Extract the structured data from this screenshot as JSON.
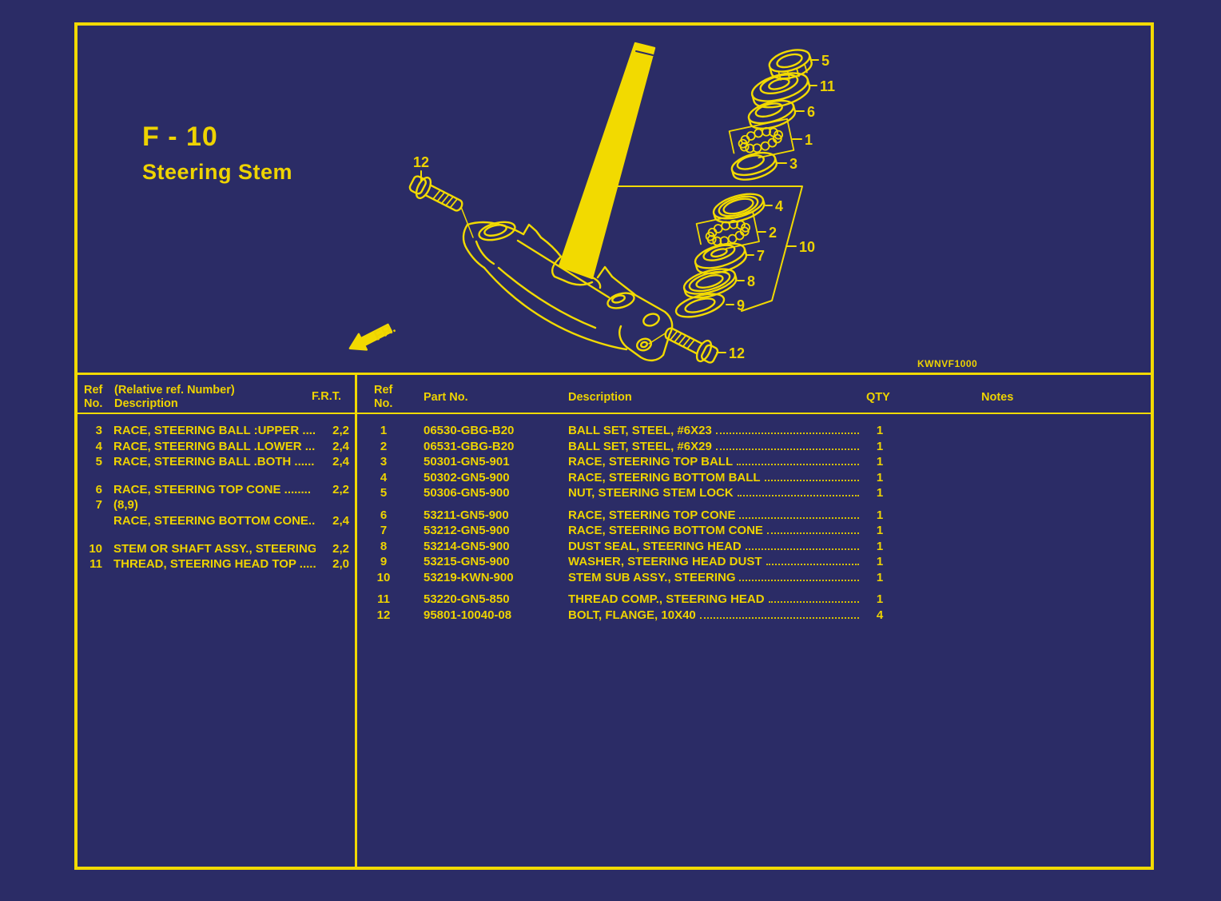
{
  "page": {
    "title_code": "F - 10",
    "title_name": "Steering Stem",
    "diagram_code": "KWNVF1000"
  },
  "diagram": {
    "fr_label": "FR.",
    "callouts": {
      "n1": "1",
      "n2": "2",
      "n3": "3",
      "n4": "4",
      "n5": "5",
      "n6": "6",
      "n7": "7",
      "n8": "8",
      "n9": "9",
      "n10": "10",
      "n11": "11",
      "n12": "12"
    }
  },
  "left_table": {
    "headers": {
      "ref": "Ref\nNo.",
      "desc_line1": "(Relative ref. Number)",
      "desc_line2": "Description",
      "frt": "F.R.T."
    },
    "rows": [
      {
        "ref": "3",
        "desc": "RACE, STEERING BALL :UPPER .....",
        "frt": "2,2"
      },
      {
        "ref": "4",
        "desc": "RACE, STEERING BALL .LOWER ...",
        "frt": "2,4"
      },
      {
        "ref": "5",
        "desc": "RACE, STEERING BALL .BOTH ......",
        "frt": "2,4"
      },
      {
        "ref": "6",
        "desc": "RACE, STEERING TOP CONE ........",
        "frt": "2,2"
      },
      {
        "ref": "7",
        "desc": "(8,9)",
        "frt": ""
      },
      {
        "ref": "",
        "desc": "RACE, STEERING BOTTOM CONE...",
        "frt": "2,4"
      },
      {
        "ref": "10",
        "desc": "STEM OR SHAFT ASSY., STEERING",
        "frt": "2,2"
      },
      {
        "ref": "11",
        "desc": "THREAD, STEERING HEAD TOP .....",
        "frt": "2,0"
      }
    ]
  },
  "right_table": {
    "headers": {
      "ref": "Ref\nNo.",
      "part": "Part No.",
      "desc": "Description",
      "qty": "QTY",
      "notes": "Notes"
    },
    "rows": [
      {
        "ref": "1",
        "part": "06530-GBG-B20",
        "desc": "BALL SET, STEEL, #6X23",
        "qty": "1"
      },
      {
        "ref": "2",
        "part": "06531-GBG-B20",
        "desc": "BALL SET, STEEL, #6X29",
        "qty": "1"
      },
      {
        "ref": "3",
        "part": "50301-GN5-901",
        "desc": "RACE, STEERING TOP BALL",
        "qty": "1"
      },
      {
        "ref": "4",
        "part": "50302-GN5-900",
        "desc": "RACE, STEERING BOTTOM BALL",
        "qty": "1"
      },
      {
        "ref": "5",
        "part": "50306-GN5-900",
        "desc": "NUT, STEERING STEM LOCK",
        "qty": "1"
      },
      {
        "ref": "6",
        "part": "53211-GN5-900",
        "desc": "RACE, STEERING TOP CONE",
        "qty": "1"
      },
      {
        "ref": "7",
        "part": "53212-GN5-900",
        "desc": "RACE, STEERING BOTTOM CONE",
        "qty": "1"
      },
      {
        "ref": "8",
        "part": "53214-GN5-900",
        "desc": "DUST SEAL, STEERING HEAD",
        "qty": "1"
      },
      {
        "ref": "9",
        "part": "53215-GN5-900",
        "desc": "WASHER, STEERING HEAD DUST",
        "qty": "1"
      },
      {
        "ref": "10",
        "part": "53219-KWN-900",
        "desc": "STEM SUB ASSY., STEERING",
        "qty": "1"
      },
      {
        "ref": "11",
        "part": "53220-GN5-850",
        "desc": "THREAD COMP., STEERING HEAD",
        "qty": "1"
      },
      {
        "ref": "12",
        "part": "95801-10040-08",
        "desc": "BOLT, FLANGE, 10X40",
        "qty": "4"
      }
    ]
  }
}
